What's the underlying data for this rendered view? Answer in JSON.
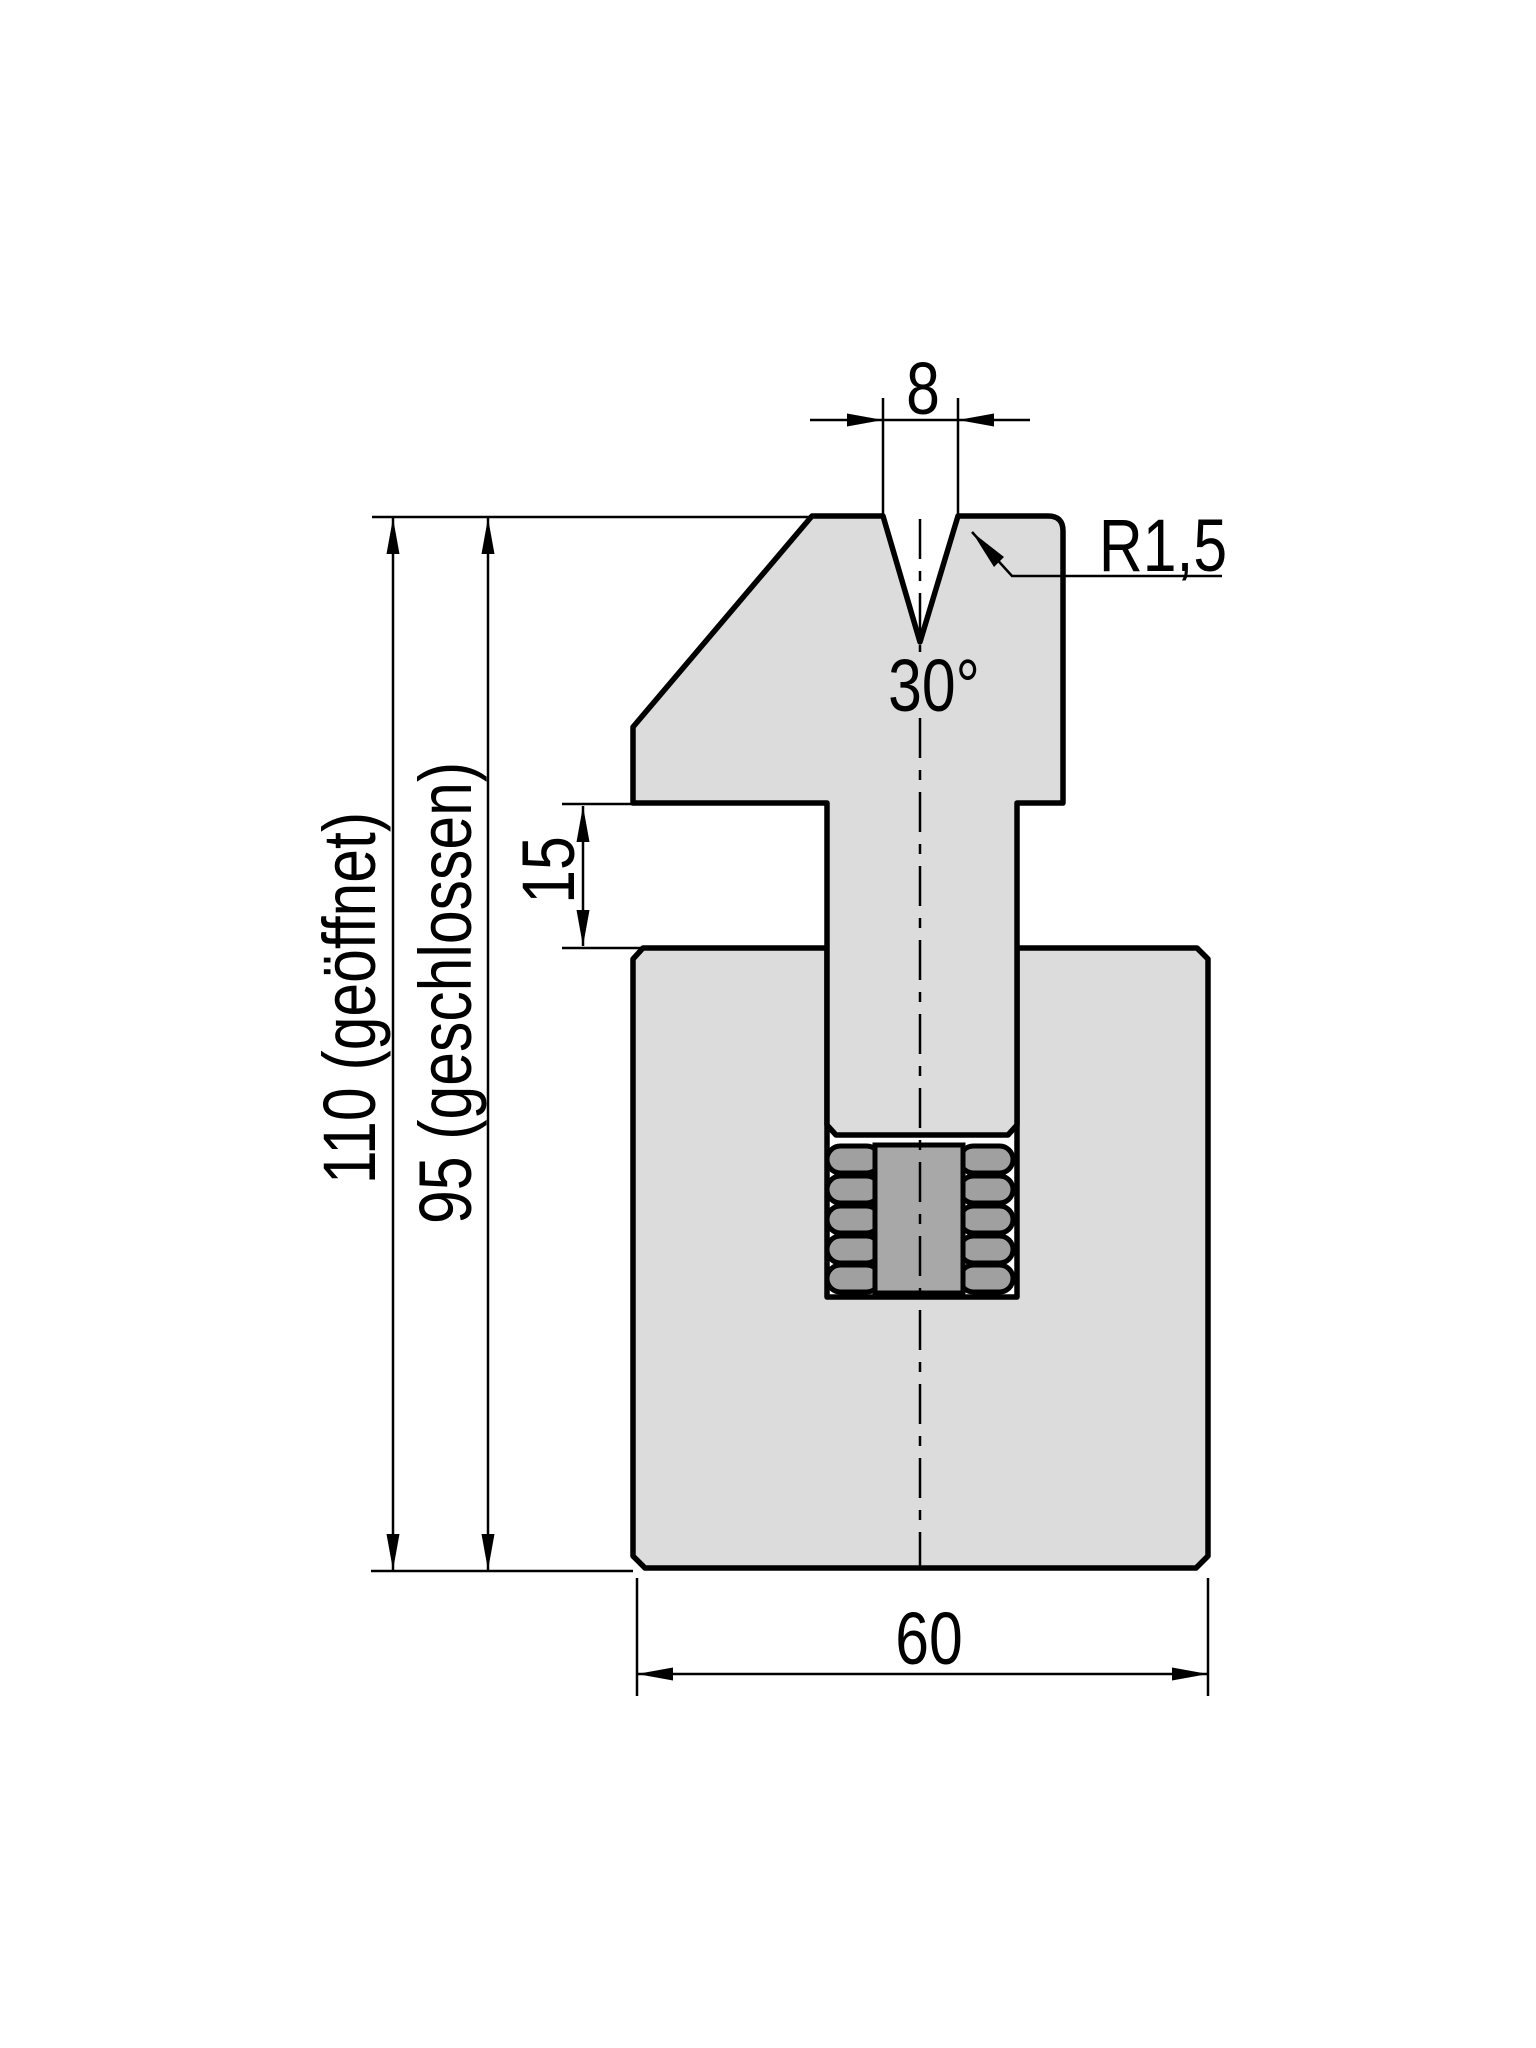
{
  "page": {
    "background": "#ffffff"
  },
  "drawing": {
    "type": "technical-drawing",
    "subject": "press-brake spring-loaded lower die, cross-section",
    "dimensions": {
      "v_opening_width": "8",
      "v_edge_radius": "R1,5",
      "v_angle": "30°",
      "spring_travel": "15",
      "height_open": "110 (geöffnet)",
      "height_closed": "95 (geschlossen)",
      "base_width": "60"
    },
    "colors": {
      "line": "#000000",
      "part_fill": "#dcdcdc",
      "pin_fill": "#a8a8a8",
      "spring_fill": "#a0a0a0",
      "background": "#ffffff"
    }
  }
}
